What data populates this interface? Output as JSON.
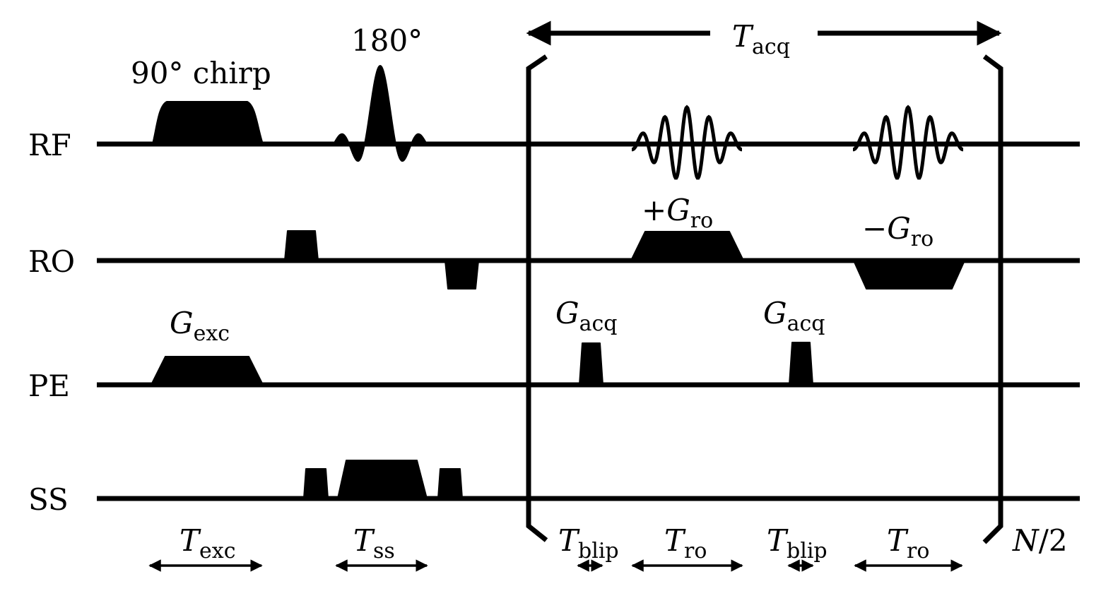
{
  "channels": {
    "rf": "RF",
    "ro": "RO",
    "pe": "PE",
    "ss": "SS"
  },
  "pulses": {
    "excitation": "90° chirp",
    "refocus": "180°"
  },
  "gradients": {
    "ro_pos": {
      "sign": "+",
      "sym": "G",
      "sub": "ro"
    },
    "ro_neg": {
      "sign": "−",
      "sym": "G",
      "sub": "ro"
    },
    "exc": {
      "sym": "G",
      "sub": "exc"
    },
    "acq1": {
      "sym": "G",
      "sub": "acq"
    },
    "acq2": {
      "sym": "G",
      "sub": "acq"
    }
  },
  "timings": {
    "acq": {
      "sym": "T",
      "sub": "acq"
    },
    "exc": {
      "sym": "T",
      "sub": "exc"
    },
    "ss": {
      "sym": "T",
      "sub": "ss"
    },
    "blip1": {
      "sym": "T",
      "sub": "blip"
    },
    "ro1": {
      "sym": "T",
      "sub": "ro"
    },
    "blip2": {
      "sym": "T",
      "sub": "blip"
    },
    "ro2": {
      "sym": "T",
      "sub": "ro"
    }
  },
  "repeat": {
    "sym": "N",
    "rest": "/2"
  },
  "colors": {
    "ink": "#000000",
    "background": "#ffffff"
  }
}
